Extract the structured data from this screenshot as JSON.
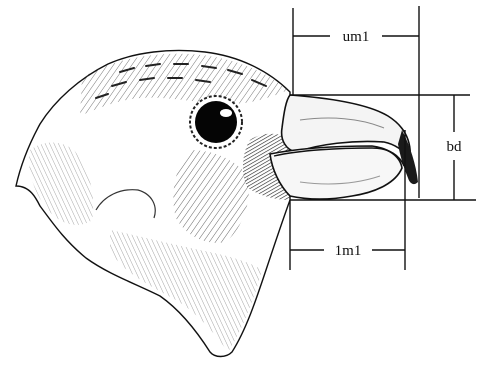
{
  "diagram": {
    "labels": {
      "upper_mandible_length": "um1",
      "bill_depth": "bd",
      "lower_mandible_length": "1m1"
    },
    "colors": {
      "ink": "#111111",
      "shade": "#3a3a3a",
      "eye": "#050505",
      "beak": "#f4f4f4",
      "background": "#ffffff"
    },
    "icons": {
      "subject": "bird-head-icon"
    }
  }
}
